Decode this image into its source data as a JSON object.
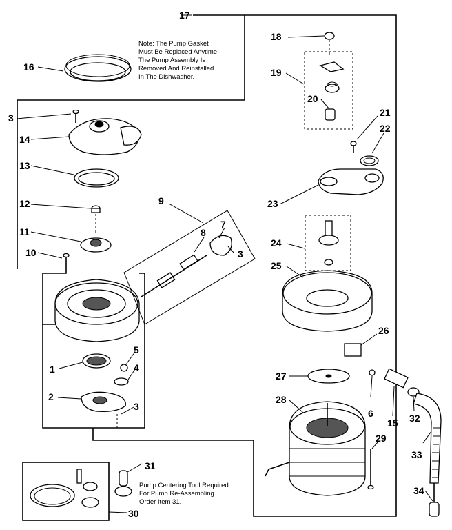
{
  "notes": {
    "gasket": [
      "Note: The Pump Gasket",
      "Must Be Replaced Anytime",
      "The Pump Assembly Is",
      "Removed And Reinstalled",
      "In The Dishwasher."
    ],
    "tool": [
      "Pump Centering Tool Required",
      "For Pump Re-Assembling",
      "Order Item 31."
    ]
  },
  "callouts": {
    "c1": "1",
    "c2": "2",
    "c3a": "3",
    "c3b": "3",
    "c3c": "3",
    "c4": "4",
    "c5": "5",
    "c6": "6",
    "c7": "7",
    "c8": "8",
    "c9": "9",
    "c10": "10",
    "c11": "11",
    "c12": "12",
    "c13": "13",
    "c14": "14",
    "c15": "15",
    "c16": "16",
    "c17": "17",
    "c18": "18",
    "c19": "19",
    "c20": "20",
    "c21": "21",
    "c22": "22",
    "c23": "23",
    "c24": "24",
    "c25": "25",
    "c26": "26",
    "c27": "27",
    "c28": "28",
    "c29": "29",
    "c30": "30",
    "c31": "31",
    "c32": "32",
    "c33": "33",
    "c34": "34"
  }
}
